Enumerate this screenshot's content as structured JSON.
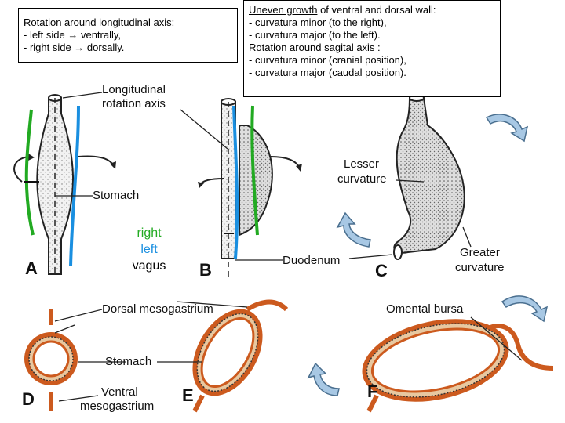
{
  "box1": {
    "heading": "Rotation around longitudinal axis",
    "heading_suffix": ":",
    "line1": "- left side → ventrally,",
    "line2": "- right side → dorsally."
  },
  "box2": {
    "heading1": "Uneven growth",
    "heading1_suffix": " of ventral and dorsal wall:",
    "line1": "- curvatura minor (to the right),",
    "line2": "- curvatura major (to the left).",
    "heading2": "Rotation around sagital axis",
    "heading2_suffix": " :",
    "line3": "- curvatura minor (cranial position),",
    "line4": "- curvatura major (caudal position)."
  },
  "labels": {
    "longitudinal_axis": "Longitudinal",
    "longitudinal_axis_2": "rotation axis",
    "stomach_a": "Stomach",
    "lesser_curvature": "Lesser",
    "lesser_curvature_2": "curvature",
    "greater_curvature": "Greater",
    "greater_curvature_2": "curvature",
    "duodenum": "Duodenum",
    "dorsal_mesogastrium": "Dorsal mesogastrium",
    "stomach_d": "Stomach",
    "ventral_mesogastrium": "Ventral",
    "ventral_mesogastrium_2": "mesogastrium",
    "omental_bursa": "Omental bursa"
  },
  "panel_letters": {
    "a": "A",
    "b": "B",
    "c": "C",
    "d": "D",
    "e": "E",
    "f": "F"
  },
  "vagus": {
    "right": "right",
    "left": "left",
    "nerve": "vagus",
    "right_color": "#22aa22",
    "left_color": "#1a8fe0"
  },
  "colors": {
    "mesentery": "#cc5a1e",
    "arrow_fill": "#a8c8e4",
    "arrow_stroke": "#4a6f8f"
  }
}
